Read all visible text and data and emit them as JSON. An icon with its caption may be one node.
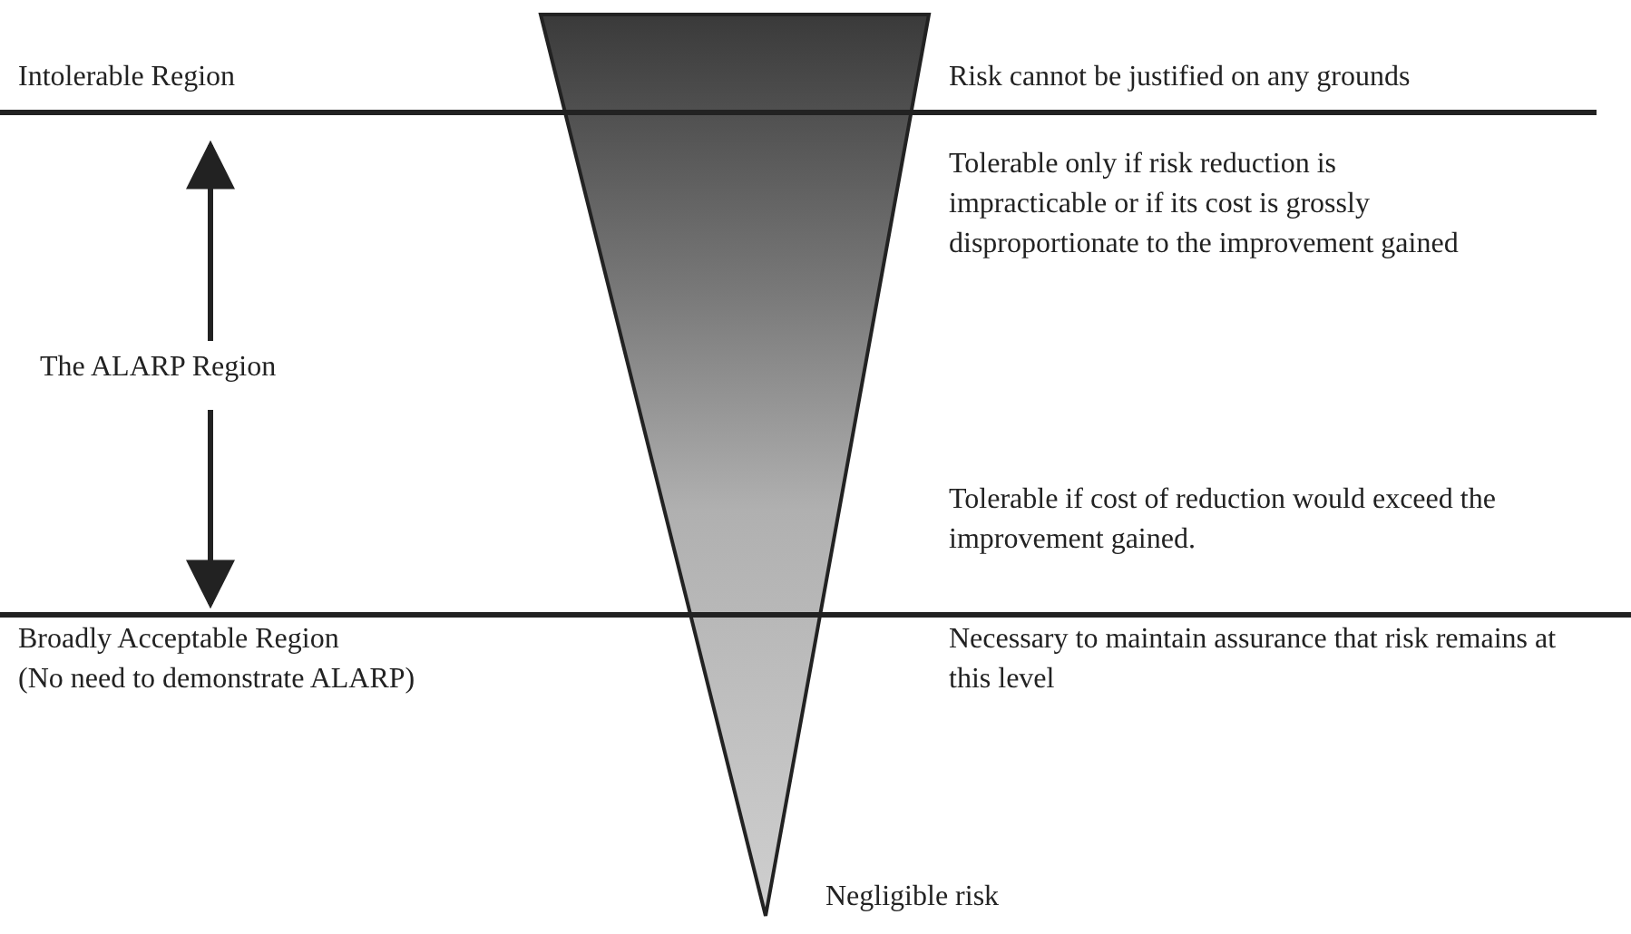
{
  "diagram": {
    "nodes": [
      {
        "text": [],
        "shape": "triangle"
      }
    ],
    "labels": [
      "Intolerable Region",
      "Risk cannot be justified on any grounds",
      "Tolerable only if risk reduction is impracticable or if its cost is grossly disproportionate to the improvement gained",
      "The ALARP Region",
      "Tolerable if cost of reduction would exceed the improvement gained.",
      "Broadly Acceptable Region",
      "(No need to demonstrate ALARP)",
      "Necessary to maintain assurance that risk remains at this level",
      "Negligible risk"
    ]
  }
}
